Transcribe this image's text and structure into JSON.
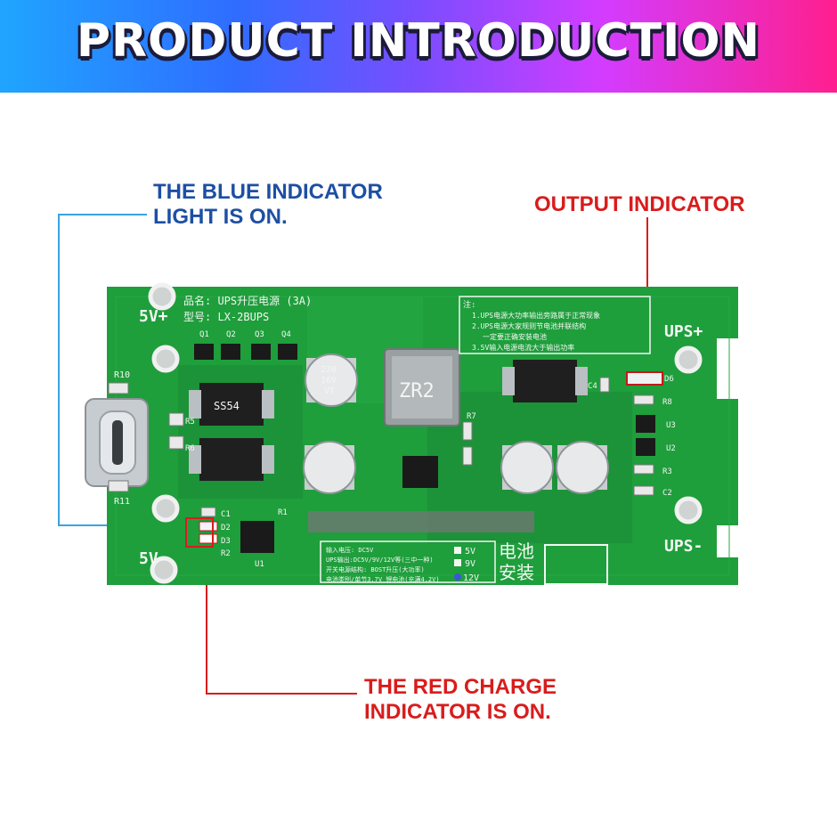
{
  "banner": {
    "title": "PRODUCT INTRODUCTION"
  },
  "callouts": {
    "blue": "THE BLUE INDICATOR\nLIGHT IS ON.",
    "output": "OUTPUT INDICATOR",
    "red": "THE RED CHARGE\nINDICATOR IS ON."
  },
  "board": {
    "name_line": "品名: UPS升压电源 (3A)",
    "model_line": "型号: LX-2BUPS",
    "pin_5v_plus": "5V+",
    "pin_5v_minus": "5V-",
    "ups_plus": "UPS+",
    "ups_minus": "UPS-",
    "inductor": "ZR2",
    "diode_marking": "SS54",
    "cap_line1": "220",
    "cap_line2": "16V",
    "cap_line3": "VT",
    "battery_label_1": "电池",
    "battery_label_2": "安装",
    "option_5v": "5V",
    "option_9v": "9V",
    "option_12v": "12V",
    "note_title": "注:",
    "notes": [
      "1.UPS电源大功率输出旁路属于正常现象",
      "2.UPS电源大家规则节电池并联结构",
      "一定要正确安装电池",
      "3.5V输入电源电流大于输出功率"
    ],
    "spec_lines": [
      "输入电压: DC5V",
      "UPS输出:DC5V/9V/12V等(三中一种)",
      "开关电源结构: BOST升压(大功率)",
      "电池类别/单节3.7V 锂电池(充满4.2V)"
    ],
    "labels": [
      "Q1",
      "Q2",
      "Q3",
      "Q4",
      "R10",
      "R11",
      "R5",
      "R6",
      "C1",
      "D2",
      "D3",
      "R2",
      "R1",
      "U1",
      "R7",
      "R8",
      "U3",
      "U2",
      "R3",
      "C2",
      "D6",
      "C4"
    ]
  },
  "colors": {
    "pcb": "#1f9e3c",
    "pcb_dark": "#178232",
    "blue_text": "#1d4fa3",
    "red_text": "#d91c1c"
  }
}
